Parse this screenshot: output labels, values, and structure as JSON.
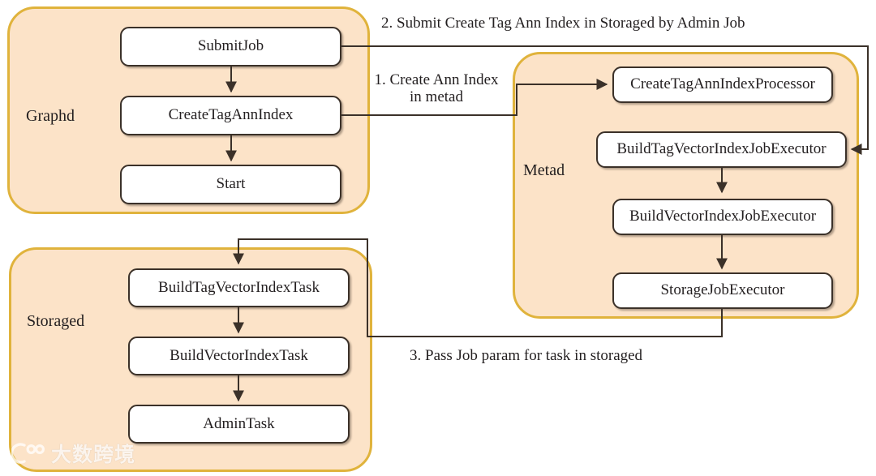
{
  "diagram": {
    "title": "Create Tag Ann Index job flow across Graphd, Metad and Storaged",
    "colors": {
      "panel_fill": "#fce3c8",
      "panel_border": "#e0b33c",
      "node_fill": "#ffffff",
      "node_border": "#3b3129",
      "edge_stroke": "#3b3129",
      "text": "#231f20",
      "background": "#ffffff"
    }
  },
  "panels": [
    {
      "id": "graphd",
      "label": "Graphd"
    },
    {
      "id": "metad",
      "label": "Metad"
    },
    {
      "id": "storaged",
      "label": "Storaged"
    }
  ],
  "nodes": {
    "graphd": [
      {
        "id": "submit-job",
        "label": "SubmitJob"
      },
      {
        "id": "create-tag-ann-index",
        "label": "CreateTagAnnIndex"
      },
      {
        "id": "start",
        "label": "Start"
      }
    ],
    "metad": [
      {
        "id": "create-tag-ann-index-processor",
        "label": "CreateTagAnnIndexProcessor"
      },
      {
        "id": "build-tag-vector-index-job-executor",
        "label": "BuildTagVectorIndexJobExecutor"
      },
      {
        "id": "build-vector-index-job-executor",
        "label": "BuildVectorIndexJobExecutor"
      },
      {
        "id": "storage-job-executor",
        "label": "StorageJobExecutor"
      }
    ],
    "storaged": [
      {
        "id": "build-tag-vector-index-task",
        "label": "BuildTagVectorIndexTask"
      },
      {
        "id": "build-vector-index-task",
        "label": "BuildVectorIndexTask"
      },
      {
        "id": "admin-task",
        "label": "AdminTask"
      }
    ]
  },
  "edge_labels": {
    "step2": "2. Submit Create Tag Ann Index in Storaged by Admin Job",
    "step1_line1": "1. Create Ann Index",
    "step1_line2": "in metad",
    "step3": "3. Pass Job param for task in storaged"
  },
  "watermark": {
    "text": "大数跨境",
    "mark": "wm-logo-icon"
  }
}
